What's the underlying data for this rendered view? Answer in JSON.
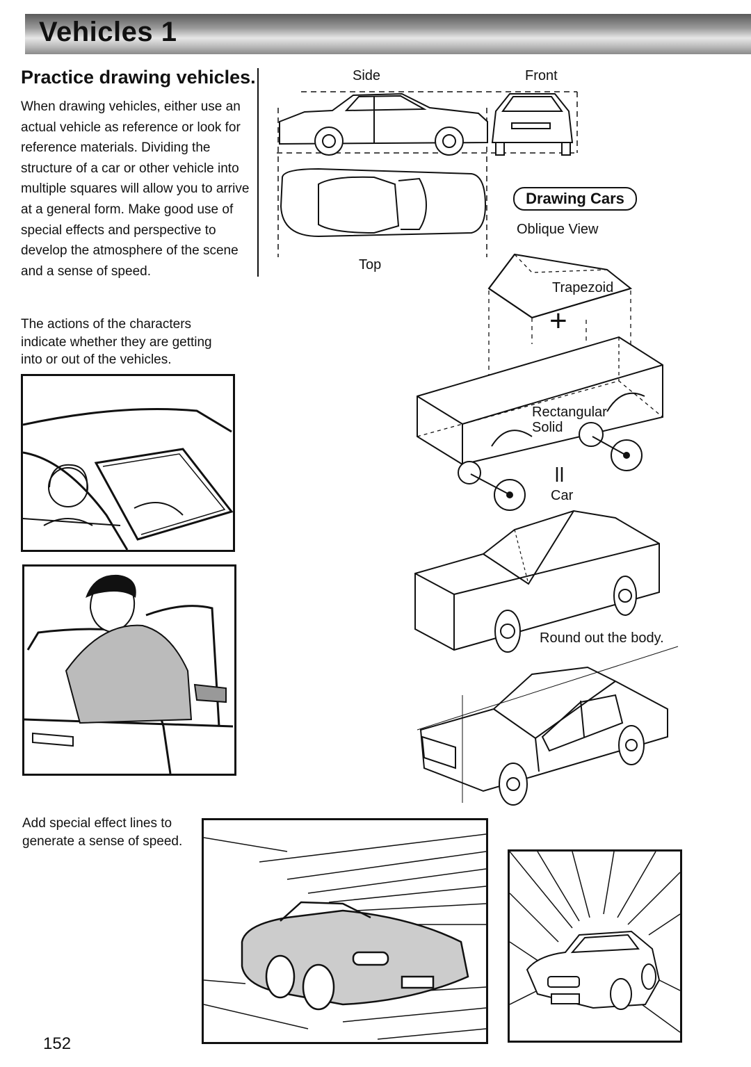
{
  "header": {
    "title": "Vehicles 1"
  },
  "intro": {
    "heading": "Practice drawing vehicles.",
    "body": "When drawing vehicles, either use an actual vehicle as reference or look for reference materials. Dividing the structure of a car or other vehicle into multiple squares will allow you to arrive at a general form. Make good use of special effects and perspective to develop the atmosphere of the scene and a sense of speed."
  },
  "notes": {
    "characters": "The actions of the characters indicate whether they are getting into or out of the vehicles.",
    "effects": "Add special effect lines to generate a sense of speed."
  },
  "views": {
    "side": "Side",
    "front": "Front",
    "top": "Top"
  },
  "drawing_cars": {
    "title": "Drawing Cars",
    "oblique": "Oblique View",
    "trapezoid": "Trapezoid",
    "plus": "+",
    "rect_solid_1": "Rectangular",
    "rect_solid_2": "Solid",
    "equals": "II",
    "car": "Car",
    "round_out": "Round out the body."
  },
  "page_number": "152"
}
